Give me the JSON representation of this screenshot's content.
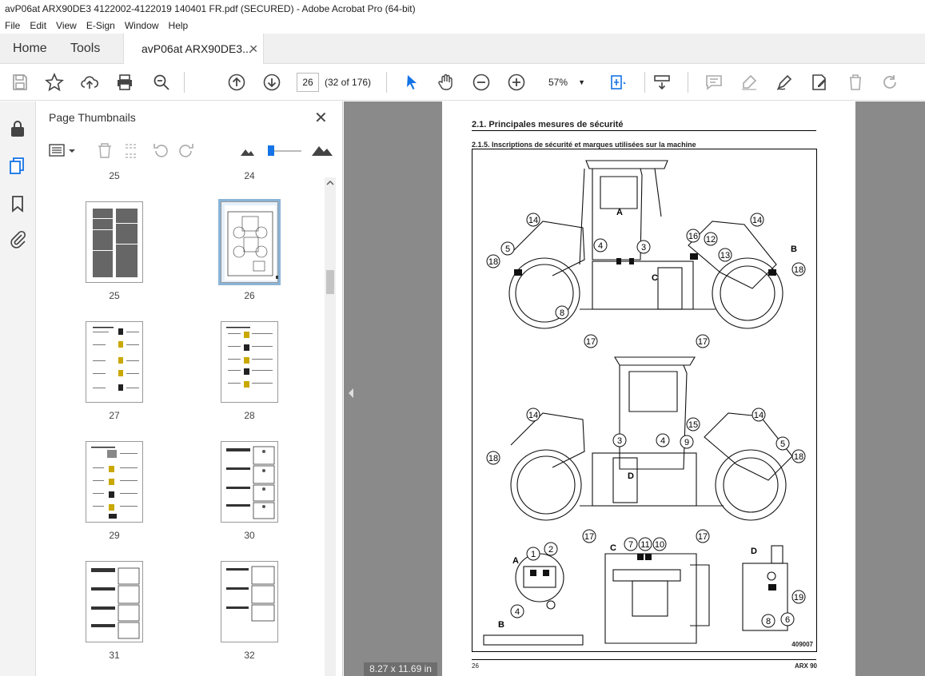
{
  "window": {
    "title": "avP06at ARX90DE3 4122002-4122019 140401 FR.pdf (SECURED) - Adobe Acrobat Pro (64-bit)"
  },
  "menu": [
    "File",
    "Edit",
    "View",
    "E-Sign",
    "Window",
    "Help"
  ],
  "tabs": {
    "home": "Home",
    "tools": "Tools",
    "doc": "avP06at ARX90DE3..."
  },
  "toolbar": {
    "page_number": "26",
    "page_count": "(32 of 176)",
    "zoom": "57%"
  },
  "panel": {
    "title": "Page Thumbnails",
    "thumbnails": [
      {
        "label": "25"
      },
      {
        "label": "26"
      },
      {
        "label": "27"
      },
      {
        "label": "28"
      },
      {
        "label": "29"
      },
      {
        "label": "30"
      },
      {
        "label": "31"
      },
      {
        "label": "32"
      }
    ],
    "top_labels": [
      "25",
      "24"
    ]
  },
  "document": {
    "heading": "2.1.    Principales mesures de sécurité",
    "subheading": "2.1.5.    Inscriptions de sécurité et marques utilisées sur la machine",
    "figure_id": "409007",
    "footer_left": "26",
    "footer_right": "ARX 90",
    "callouts_top": [
      "14",
      "5",
      "18",
      "4",
      "3",
      "A",
      "C",
      "8",
      "17",
      "16",
      "12",
      "13",
      "14",
      "B",
      "18",
      "17"
    ],
    "callouts_bottom": [
      "14",
      "18",
      "3",
      "4",
      "D",
      "15",
      "9",
      "14",
      "5",
      "18",
      "17",
      "17"
    ],
    "detail_a": {
      "label": "A",
      "nums": [
        "1",
        "2"
      ]
    },
    "detail_b": {
      "label": "B",
      "nums": [
        "4"
      ]
    },
    "detail_c": {
      "label": "C",
      "nums": [
        "7",
        "11",
        "10"
      ]
    },
    "detail_d": {
      "label": "D",
      "nums": [
        "19",
        "8",
        "6"
      ]
    }
  },
  "statusbar": {
    "page_size": "8.27 x 11.69 in"
  },
  "colors": {
    "accent": "#1473e6",
    "viewer_bg": "#8a8a8a"
  }
}
